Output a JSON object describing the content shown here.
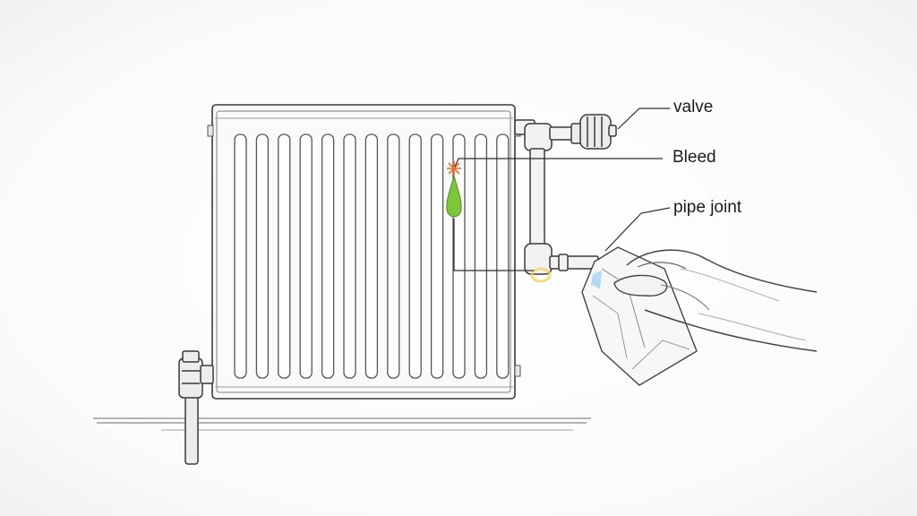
{
  "labels": {
    "valve": "valve",
    "bleed": "Bleed",
    "pipe_joint": "pipe joint"
  },
  "colors": {
    "line": "#3a3a3a",
    "bleed_drop": "#7cc63a",
    "bleed_spark": "#ef6a2a",
    "joint_glow": "#f5d35a",
    "leak_water": "#9fd3f2"
  },
  "icons": {
    "radiator": "radiator-icon",
    "hand": "hand-with-cloth-icon",
    "drop": "water-drop-icon"
  }
}
